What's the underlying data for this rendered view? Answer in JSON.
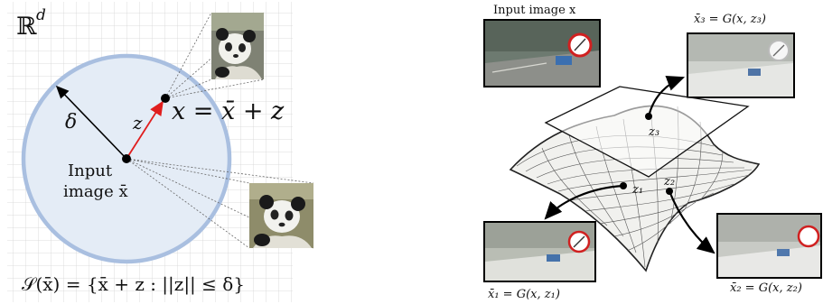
{
  "left_panel": {
    "space_label": "ℝ",
    "space_superscript": "d",
    "delta_label": "δ",
    "z_label": "z",
    "x_formula": "x = x̄ + z",
    "center_label_line1": "Input",
    "center_label_line2": "image x̄",
    "set_formula": "𝒮(x̄) = {x̄ + z : ||z|| ≤ δ}",
    "colors": {
      "grid": "#d3d3d3",
      "ball_fill": "#e4ecf6",
      "ball_stroke": "#a9bfe0",
      "perturbation_arrow": "#e01e1e",
      "radius_arrow": "#000000"
    }
  },
  "right_panel": {
    "input_caption": "Input image x",
    "z3_label": "z₃",
    "z1_label": "z₁",
    "z2_label": "z₂",
    "out3_caption": "x̄₃ = G(x, z₃)",
    "out1_caption": "x̄₁ = G(x, z₁)",
    "out2_caption": "x̄₂ = G(x, z₂)"
  }
}
